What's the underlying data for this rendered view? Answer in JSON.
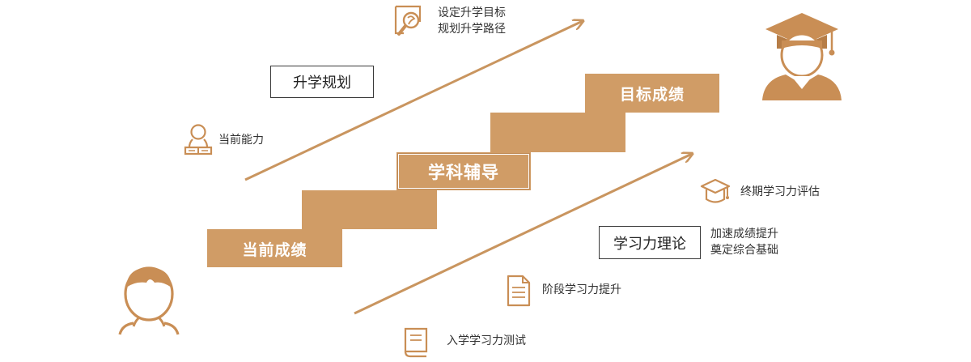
{
  "colors": {
    "accent": "#c98e55",
    "step": "#d09c66",
    "arrow": "#c9955f"
  },
  "stairs": {
    "start_label": "当前成绩",
    "middle_label": "学科辅导",
    "end_label": "目标成绩"
  },
  "upper_track": {
    "box_label": "升学规划",
    "start_note": "当前能力",
    "end_note_line1": "设定升学目标",
    "end_note_line2": "规划升学路径"
  },
  "lower_track": {
    "box_label": "学习力理论",
    "box_note_line1": "加速成绩提升",
    "box_note_line2": "奠定综合基础",
    "note_entry": "入学学习力测试",
    "note_stage": "阶段学习力提升",
    "note_final": "终期学习力评估"
  },
  "icons": {
    "student": "student-face-icon",
    "graduate": "graduate-cap-icon",
    "search": "search-doc-icon",
    "reader": "reader-icon",
    "cap": "mortarboard-icon",
    "document": "document-icon",
    "book": "book-icon"
  }
}
